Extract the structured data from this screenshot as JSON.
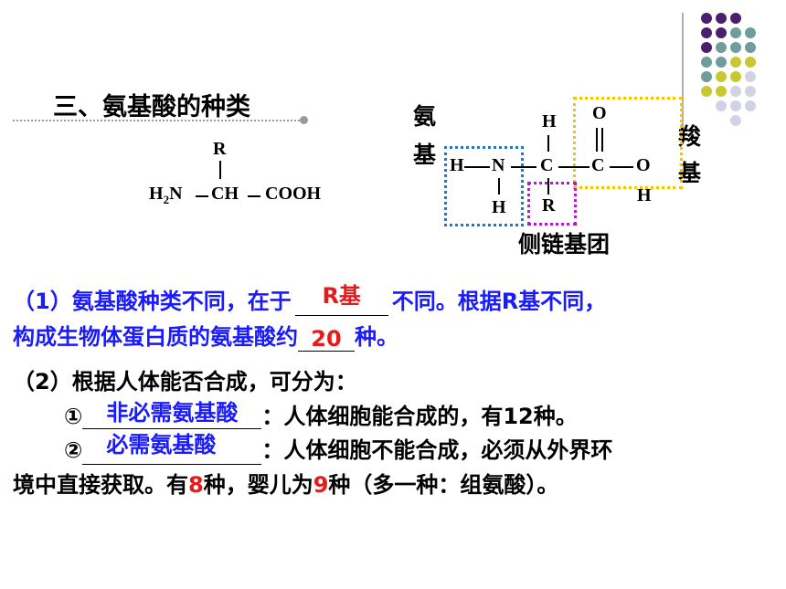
{
  "section": {
    "heading": "三、氨基酸的种类"
  },
  "formula": {
    "r": "R",
    "h2n": "H",
    "h2n_sub": "2",
    "n": "N",
    "ch": "CH",
    "cooh": "COOH"
  },
  "structure": {
    "amino_label_1": "氨",
    "amino_label_2": "基",
    "carboxyl_label_1": "羧",
    "carboxyl_label_2": "基",
    "side_chain_label": "侧链基团",
    "atom_h_left": "H",
    "atom_n": "N",
    "atom_h_under_n": "H",
    "atom_h_top": "H",
    "atom_c_alpha": "C",
    "atom_r": "R",
    "atom_c_carboxyl": "C",
    "atom_o_top": "O",
    "atom_o_right": "O",
    "atom_h_oh": "H"
  },
  "paragraph1": {
    "line1_a": "（1）氨基酸种类不同，在于",
    "answer1": "R基",
    "line1_b": "不同。根据R基不同，",
    "line2_a": "构成生物体蛋白质的氨基酸约",
    "answer2": "20",
    "line2_b": "种。"
  },
  "paragraph2": {
    "line1": "（2）根据人体能否合成，可分为：",
    "item1_num": "①",
    "item1_answer": "非必需氨基酸",
    "item1_text": "：人体细胞能合成的，有12种。",
    "item2_num": "②",
    "item2_answer": "必需氨基酸",
    "item2_text": "：人体细胞不能合成，必须从外界环",
    "line4_a": "境中直接获取。有",
    "count_adult": "8",
    "line4_b": "种，婴儿为",
    "count_infant": "9",
    "line4_c": "种（多一种：组氨酸）。"
  },
  "colors": {
    "blue_text": "#1a1aff",
    "red_answer": "#e31b1b",
    "amino_box": "#2e75b6",
    "carboxyl_box": "#f5c400",
    "side_chain_box": "#b020c0",
    "dot_purple": "#4b1e6e",
    "dot_teal": "#6f9c9c",
    "dot_yellow": "#c8c832",
    "dot_lavender": "#d2d2e6"
  }
}
